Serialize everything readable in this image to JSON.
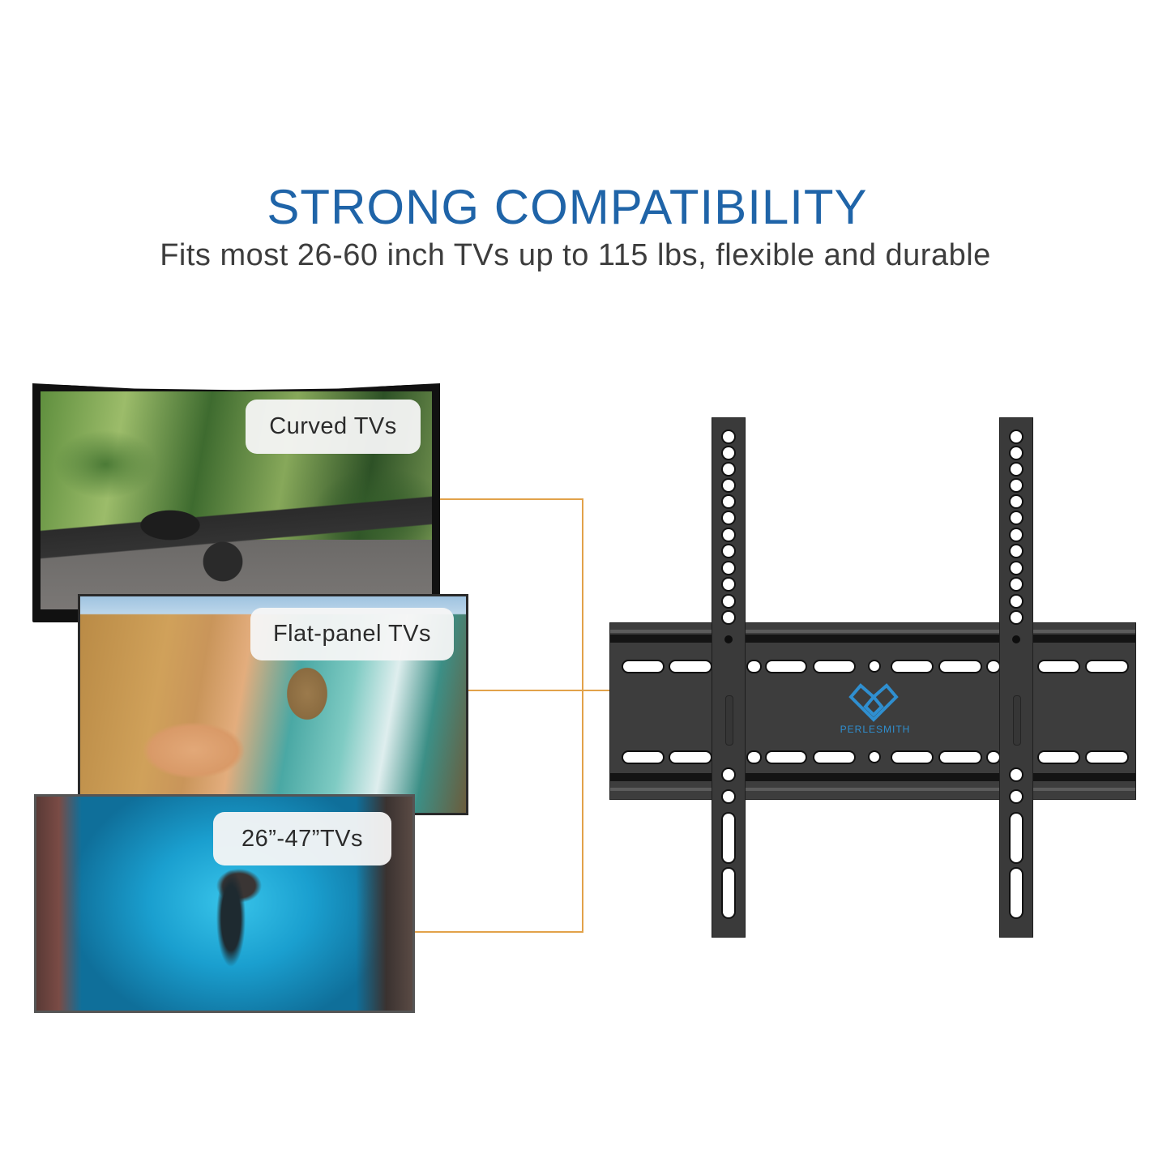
{
  "header": {
    "title": "STRONG COMPATIBILITY",
    "subtitle": "Fits most 26-60 inch TVs up to 115 lbs, flexible and durable"
  },
  "tv_examples": [
    {
      "label": "Curved TVs",
      "scene": "sports car on forest road"
    },
    {
      "label": "Flat-panel TVs",
      "scene": "coastal cliffs and sea stack"
    },
    {
      "label": "26”-47”TVs",
      "scene": "underwater diver"
    }
  ],
  "bracket": {
    "brand_logo": "PERLESMITH",
    "logo_icon": "heart-diamond-logo-icon"
  },
  "colors": {
    "title": "#1f64a8",
    "subtitle": "#3d3d3d",
    "connector": "#e2a24a",
    "bracket": "#3d3d3d",
    "logo": "#2f8fd0"
  }
}
